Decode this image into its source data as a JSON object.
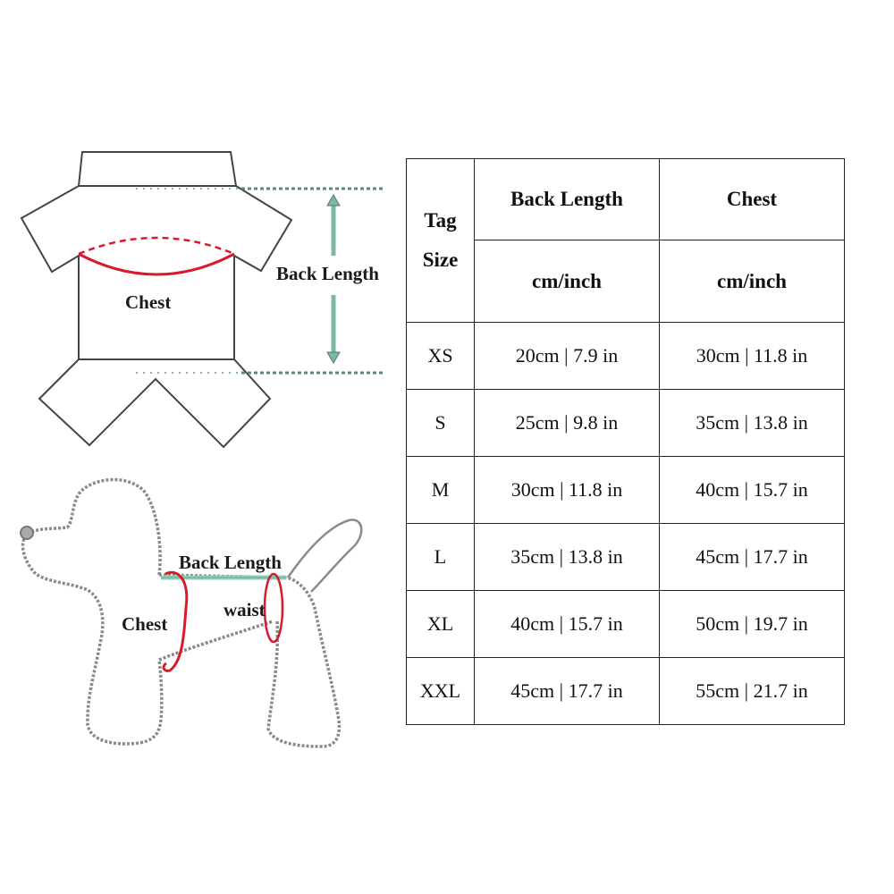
{
  "garment_diagram": {
    "chest_label": "Chest",
    "back_length_label": "Back Length",
    "colors": {
      "outline": "#444444",
      "chest_ring": "#d81b2a",
      "measure_line": "#7fb8a0"
    }
  },
  "dog_diagram": {
    "back_length_label": "Back Length",
    "chest_label": "Chest",
    "waist_label": "waist",
    "colors": {
      "outline": "#8a8a8a",
      "rings": "#d81b2a",
      "back_line": "#8fd0b8"
    }
  },
  "size_table": {
    "tag_size_label_line1": "Tag",
    "tag_size_label_line2": "Size",
    "columns": [
      {
        "title": "Back Length",
        "unit": "cm/inch"
      },
      {
        "title": "Chest",
        "unit": "cm/inch"
      }
    ],
    "rows": [
      {
        "size": "XS",
        "back_length": "20cm | 7.9 in",
        "chest": "30cm | 11.8 in"
      },
      {
        "size": "S",
        "back_length": "25cm | 9.8 in",
        "chest": "35cm | 13.8 in"
      },
      {
        "size": "M",
        "back_length": "30cm | 11.8 in",
        "chest": "40cm | 15.7 in"
      },
      {
        "size": "L",
        "back_length": "35cm | 13.8 in",
        "chest": "45cm | 17.7 in"
      },
      {
        "size": "XL",
        "back_length": "40cm | 15.7 in",
        "chest": "50cm | 19.7 in"
      },
      {
        "size": "XXL",
        "back_length": "45cm | 17.7 in",
        "chest": "55cm | 21.7 in"
      }
    ]
  }
}
